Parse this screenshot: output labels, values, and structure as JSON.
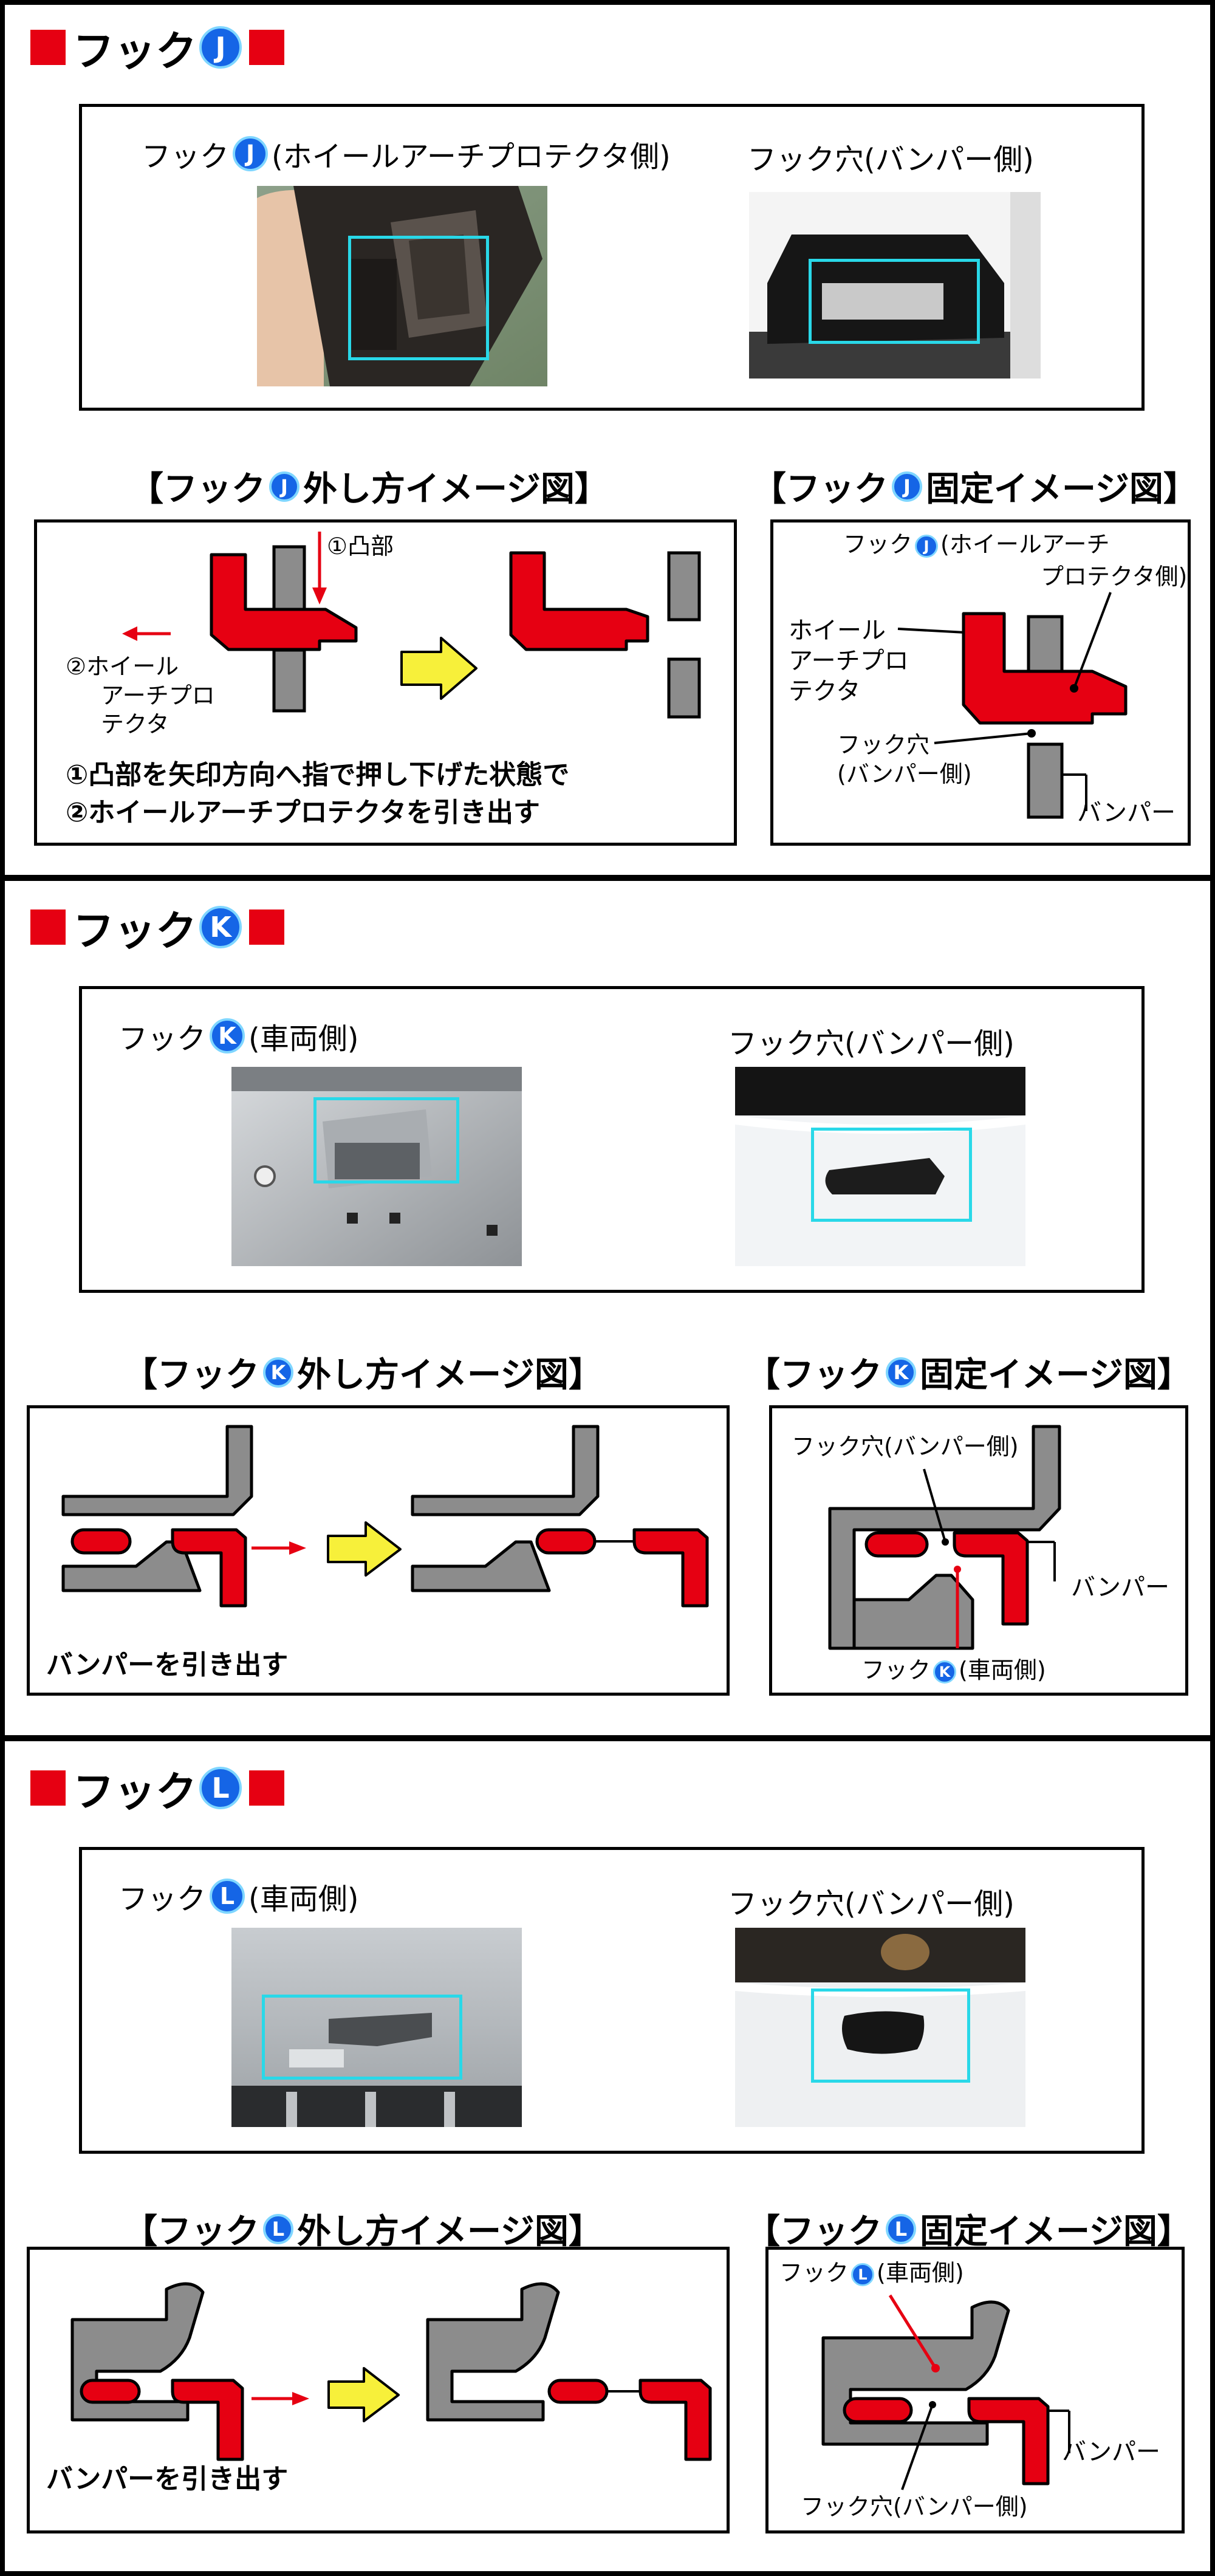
{
  "colors": {
    "red": "#e60012",
    "gray": "#8c8c8c",
    "cyan": "#29d8e8",
    "badge_blue": "#1565e6",
    "arrow_yellow": "#f7f03a"
  },
  "hook_j": {
    "title": "フック",
    "letter": "J",
    "photo_left_prefix": "フック",
    "photo_left_suffix": "(ホイールアーチプロテクタ側)",
    "photo_right": "フック穴(バンパー側)",
    "remove_prefix": "【フック",
    "remove_suffix": "外し方イメージ図】",
    "fix_prefix": "【フック",
    "fix_suffix": "固定イメージ図】",
    "label_tab": "①凸部",
    "label_pull_line1": "②ホイール",
    "label_pull_line2": "アーチプロ",
    "label_pull_line3": "テクタ",
    "instruction_1": "①凸部を矢印方向へ指で押し下げた状態で",
    "instruction_2": "②ホイールアーチプロテクタを引き出す",
    "fix_hook_prefix": "フック",
    "fix_hook_suffix_1": "(ホイールアーチ",
    "fix_hook_suffix_2": "プロテクタ側)",
    "fix_protector_1": "ホイール",
    "fix_protector_2": "アーチプロ",
    "fix_protector_3": "テクタ",
    "fix_hole_1": "フック穴",
    "fix_hole_2": "(バンパー側)",
    "fix_bumper": "バンパー"
  },
  "hook_k": {
    "title": "フック",
    "letter": "K",
    "photo_left_prefix": "フック",
    "photo_left_suffix": "(車両側)",
    "photo_right": "フック穴(バンパー側)",
    "remove_prefix": "【フック",
    "remove_suffix": "外し方イメージ図】",
    "fix_prefix": "【フック",
    "fix_suffix": "固定イメージ図】",
    "instruction": "バンパーを引き出す",
    "fix_hole": "フック穴(バンパー側)",
    "fix_bumper": "バンパー",
    "fix_hook_prefix": "フック",
    "fix_hook_suffix": "(車両側)"
  },
  "hook_l": {
    "title": "フック",
    "letter": "L",
    "photo_left_prefix": "フック",
    "photo_left_suffix": "(車両側)",
    "photo_right": "フック穴(バンパー側)",
    "remove_prefix": "【フック",
    "remove_suffix": "外し方イメージ図】",
    "fix_prefix": "【フック",
    "fix_suffix": "固定イメージ図】",
    "instruction": "バンパーを引き出す",
    "fix_hook_prefix": "フック",
    "fix_hook_suffix": "(車両側)",
    "fix_bumper": "バンパー",
    "fix_hole": "フック穴(バンパー側)"
  }
}
